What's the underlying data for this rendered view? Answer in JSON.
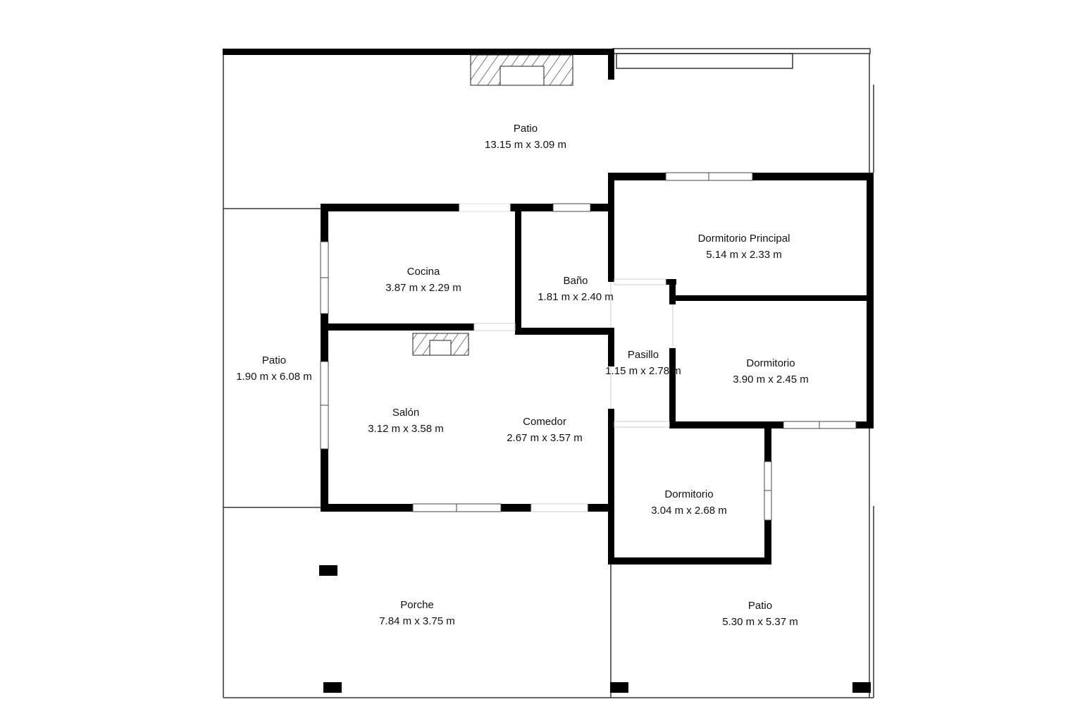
{
  "plan": {
    "wall_color": "#000000",
    "background": "#ffffff",
    "rooms": [
      {
        "name": "Patio",
        "size": "13.15 m x 3.09 m"
      },
      {
        "name": "Dormitorio Principal",
        "size": "5.14 m x 2.33 m"
      },
      {
        "name": "Cocina",
        "size": "3.87 m x 2.29 m"
      },
      {
        "name": "Baño",
        "size": "1.81 m x 2.40 m"
      },
      {
        "name": "Pasillo",
        "size": "1.15 m x 2.78 m"
      },
      {
        "name": "Dormitorio",
        "size": "3.90 m x 2.45 m"
      },
      {
        "name": "Patio",
        "size": "1.90 m x 6.08 m"
      },
      {
        "name": "Salón",
        "size": "3.12 m x 3.58 m"
      },
      {
        "name": "Comedor",
        "size": "2.67 m x 3.57 m"
      },
      {
        "name": "Dormitorio",
        "size": "3.04 m x 2.68 m"
      },
      {
        "name": "Porche",
        "size": "7.84 m x 3.75 m"
      },
      {
        "name": "Patio",
        "size": "5.30 m x 5.37 m"
      }
    ]
  }
}
